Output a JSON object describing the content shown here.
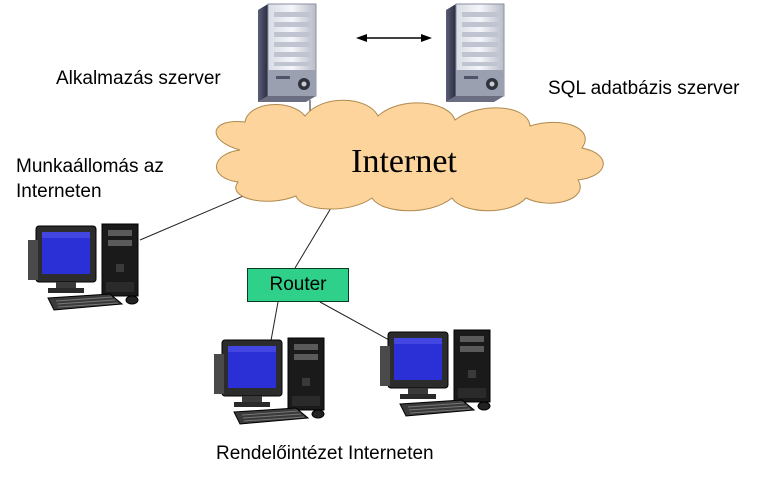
{
  "nodes": {
    "app_server": {
      "label": "Alkalmazás szerver",
      "icon": "server-tower-icon"
    },
    "sql_server": {
      "label": "SQL adatbázis szerver",
      "icon": "server-tower-icon"
    },
    "internet": {
      "label": "Internet",
      "icon": "cloud-icon",
      "color": "#fcd49c"
    },
    "workstation": {
      "label_line1": "Munkaállomás az",
      "label_line2": "Interneten",
      "icon": "workstation-icon"
    },
    "router": {
      "label": "Router",
      "color": "#2fd08a"
    },
    "clinic": {
      "label": "Rendelőintézet Interneten",
      "icon": "workstation-icon"
    }
  },
  "colors": {
    "cloud_fill": "#fcd49c",
    "router_fill": "#2fd08a",
    "monitor_screen": "#2b2fd6"
  }
}
